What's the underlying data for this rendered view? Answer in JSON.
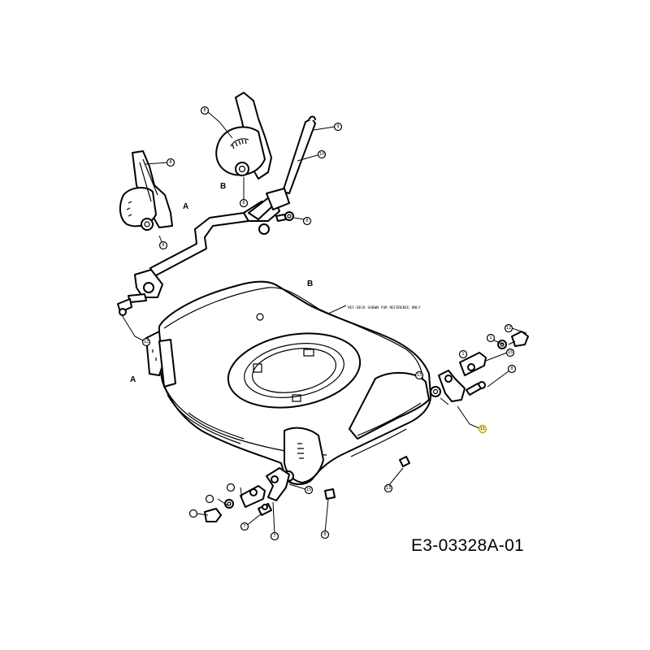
{
  "drawing_code": "E3-03328A-01",
  "view_letters": {
    "a_left_bracket": "A",
    "b_right_bracket": "B",
    "b_deck": "B",
    "a_deck": "A"
  },
  "reference_note": "REF-DECK SHOWN FOR REFERENCE ONLY",
  "callouts": {
    "c1": "8",
    "c2": "8",
    "c3": "9",
    "c4": "10",
    "c5": "8",
    "c6": "8",
    "c7": "8",
    "c8": "12",
    "c9": "13",
    "c10": "1",
    "c11": "15",
    "c12": "8",
    "c13": "11",
    "c14": "1",
    "c15": "12",
    "c16": "13",
    "c17": "15",
    "c18": "8",
    "c19": "7",
    "c20": "7"
  },
  "colors": {
    "line": "#000000",
    "highlight": "#fff7c0"
  }
}
